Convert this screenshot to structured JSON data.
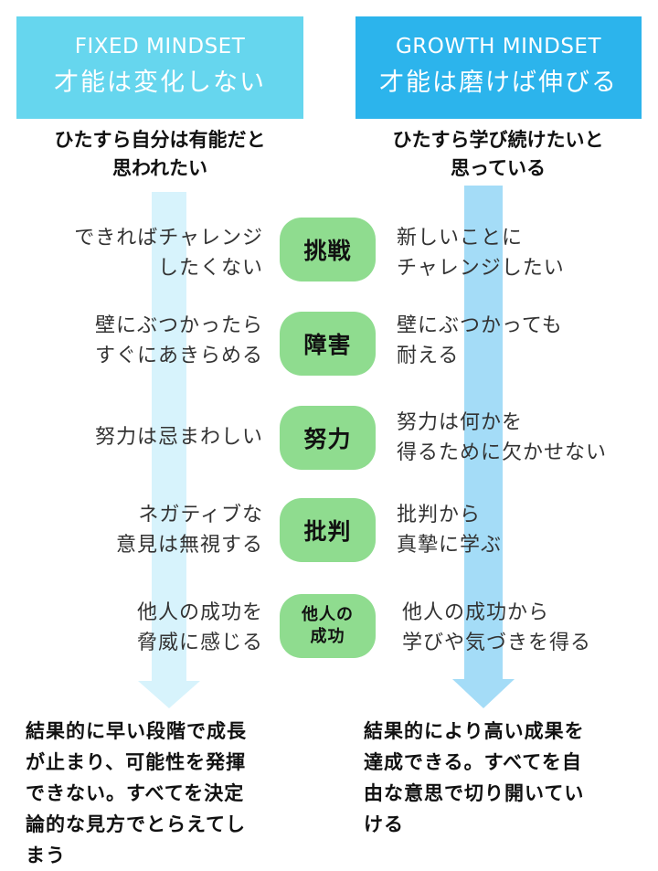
{
  "headers": {
    "fixed": {
      "en": "FIXED MINDSET",
      "jp": "才能は変化しない"
    },
    "growth": {
      "en": "GROWTH MINDSET",
      "jp": "才能は磨けば伸びる"
    }
  },
  "beliefs": {
    "fixed": [
      "ひたすら自分は有能だと",
      "思われたい"
    ],
    "growth": [
      "ひたすら学び続けたいと",
      "思っている"
    ]
  },
  "rows": [
    {
      "topic": "挑戦",
      "fixed": [
        "できればチャレンジ",
        "したくない"
      ],
      "growth": [
        "新しいことに",
        "チャレンジしたい"
      ]
    },
    {
      "topic": "障害",
      "fixed": [
        "壁にぶつかったら",
        "すぐにあきらめる"
      ],
      "growth": [
        "壁にぶつかっても",
        "耐える"
      ]
    },
    {
      "topic": "努力",
      "fixed": [
        "努力は忌まわしい"
      ],
      "growth": [
        "努力は何かを",
        "得るために欠かせない"
      ]
    },
    {
      "topic": "批判",
      "fixed": [
        "ネガティブな",
        "意見は無視する"
      ],
      "growth": [
        "批判から",
        "真摯に学ぶ"
      ]
    },
    {
      "topic": [
        "他人の",
        "成功"
      ],
      "fixed": [
        "他人の成功を",
        "脅威に感じる"
      ],
      "growth": [
        "他人の成功から",
        "学びや気づきを得る"
      ]
    }
  ],
  "outcomes": {
    "fixed": [
      "結果的に早い段階で成長",
      "が止まり、可能性を発揮",
      "できない。すべてを決定",
      "論的な見方でとらえてし",
      "まう"
    ],
    "growth": [
      "結果的により高い成果を",
      "達成できる。すべてを自",
      "由な意思で切り開いてい",
      "ける"
    ]
  }
}
